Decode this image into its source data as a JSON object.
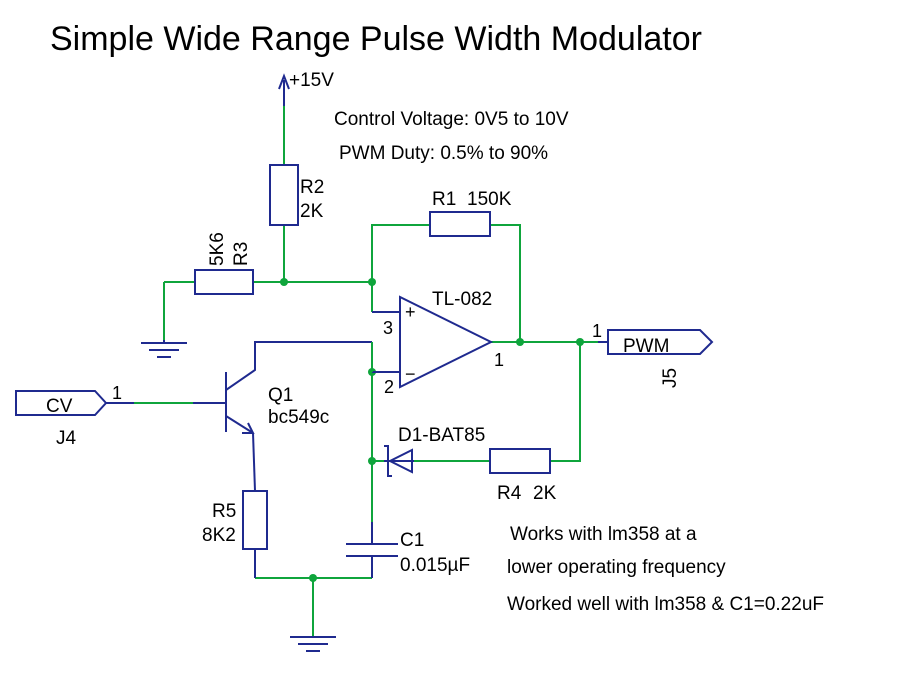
{
  "title": "Simple Wide Range Pulse Width Modulator",
  "notes": {
    "control_voltage": "Control Voltage: 0V5 to 10V",
    "pwm_duty": "PWM Duty: 0.5% to 90%",
    "lm358_line1": "Works with lm358 at a",
    "lm358_line2": "lower operating frequency",
    "lm358_worked": "Worked well with lm358 & C1=0.22uF"
  },
  "power": {
    "label": "+15V"
  },
  "components": {
    "r1": {
      "ref": "R1",
      "value": "150K"
    },
    "r2": {
      "ref": "R2",
      "value": "2K"
    },
    "r3": {
      "ref": "R3",
      "value": "5K6"
    },
    "r4": {
      "ref": "R4",
      "value": "2K"
    },
    "r5": {
      "ref": "R5",
      "value": "8K2"
    },
    "c1": {
      "ref": "C1",
      "value": "0.015µF"
    },
    "q1": {
      "ref": "Q1",
      "value": "bc549c"
    },
    "u1": {
      "value": "TL-082",
      "pin_noninv": "3",
      "pin_inv": "2",
      "pin_out": "1",
      "plus": "+",
      "minus": "−"
    },
    "d1": {
      "ref": "D1-BAT85"
    }
  },
  "connectors": {
    "j4": {
      "ref": "J4",
      "label": "CV",
      "pin": "1"
    },
    "j5": {
      "ref": "J5",
      "label": "PWM",
      "pin": "1"
    }
  },
  "colors": {
    "component": "#1f2a8f",
    "wire": "#0fa53c"
  }
}
